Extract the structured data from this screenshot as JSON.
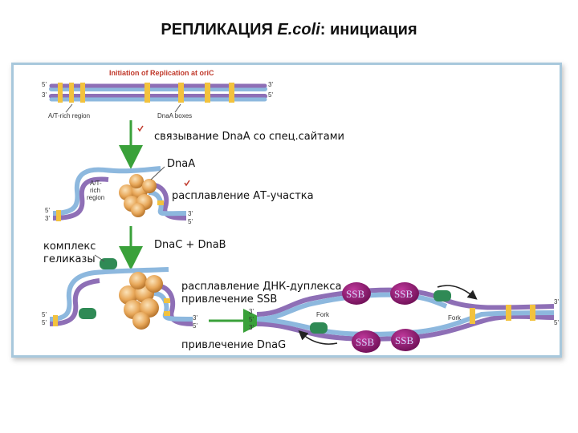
{
  "title": {
    "prefix": "РЕПЛИКАЦИЯ ",
    "italic": "E.coli",
    "suffix": ": инициация"
  },
  "figure_header": "Initiation of Replication at oriC",
  "labels": {
    "at_rich_region": "A/T-rich region",
    "dnaa_boxes": "DnaA boxes",
    "binding": "связывание DnaA со спец.сайтами",
    "dnaa": "DnaA",
    "melting_at": "расплавление АТ-участка",
    "at_rich_small_1": "A/T-",
    "at_rich_small_2": "rich",
    "at_rich_small_3": "region",
    "helicase_complex_1": "комплекс",
    "helicase_complex_2": "геликазы",
    "dnac_dnab": "DnaC + DnaB",
    "melting_duplex_1": "расплавление ДНК-дуплекса",
    "melting_duplex_2": "привлечение SSB",
    "dnag": "привлечение DnaG",
    "fork_left": "Fork",
    "fork_right": "Fork",
    "ssb": "SSB",
    "end_5": "5'",
    "end_3": "3'"
  },
  "colors": {
    "strand_purple": "#8e6fb6",
    "strand_blue": "#8db8de",
    "yellow": "#f2c23e",
    "arrow_green": "#3aa13a",
    "ssb_purple": "#9b1b7a",
    "helicase_green": "#2f8a55",
    "dnaa_orange": "#e8a85a",
    "checkmark_red": "#c0392b"
  }
}
